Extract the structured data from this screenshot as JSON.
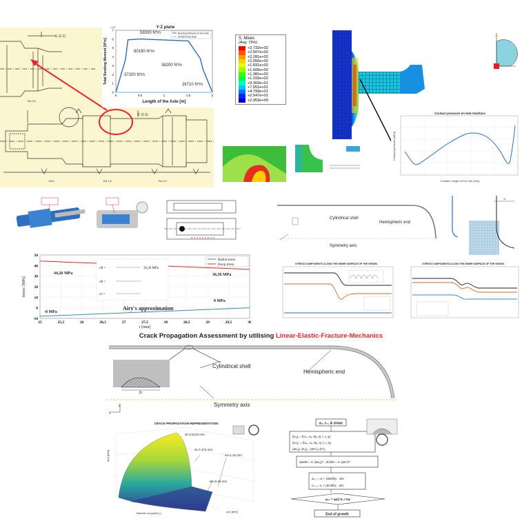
{
  "colors": {
    "drawing_bg": "#fbf6cf",
    "red": "#e8242a",
    "blue": "#2a6db3",
    "dark": "#222222",
    "legend_frame": "#888888"
  },
  "axle_drawing": {
    "labels": [
      "E (1:2)",
      "F (1:2)",
      "10x4",
      "Ra 1.6",
      "Ra 3.2",
      "Ra 0.8"
    ]
  },
  "bending_chart": {
    "title": "Y-Z plane",
    "xlabel": "Length of the Axle [m]",
    "ylabel": "Total Bending Moment [N*m]",
    "exponent": "x 10⁴",
    "legend": [
      "Bending Moment on the Axle",
      "Undeformed Axle"
    ],
    "annotations": [
      "59330 N*m",
      "60190 N*m",
      "37200 N*m",
      "38200 N*m",
      "26710 N*m"
    ],
    "xticks": [
      "0",
      "0.5",
      "1",
      "1.5",
      "2"
    ],
    "yticks": [
      "0",
      "1",
      "2",
      "3",
      "4",
      "5",
      "6",
      "7"
    ]
  },
  "mises_legend": {
    "title": "S, Mises",
    "subtitle": "(Avg: 75%)",
    "values": [
      "+2.732e+02",
      "+2.507e+02",
      "+2.281e+02",
      "+2.056e+02",
      "+1.831e+02",
      "+1.606e+02",
      "+1.381e+02",
      "+1.155e+02",
      "+9.303e+01",
      "+7.051e+01",
      "+4.799e+01",
      "+2.547e+01",
      "+2.953e+00"
    ],
    "swatches": [
      "#ff0000",
      "#ff5a00",
      "#ff9a00",
      "#ffd200",
      "#e8ff00",
      "#9aff00",
      "#3cff00",
      "#00ff3c",
      "#00ffc8",
      "#00c8ff",
      "#0078ff",
      "#0028ff",
      "#0000c8"
    ]
  },
  "contact_chart": {
    "title": "Contact pressure on Hub Interface",
    "xlabel": "Contact Length of the Hub [mm]",
    "ylabel": "Contact pressure [MPa]"
  },
  "shell_small": {
    "labels": [
      "Cylindrical shell",
      "Hemispheric end",
      "Symmetry axis"
    ]
  },
  "stress_chart": {
    "legend": [
      "Radial stress",
      "Hoop stress"
    ],
    "ylabel": "Stress [MPa]",
    "xlabel": "r [mm]",
    "annotations": [
      "44,26 MPa",
      "36,36 MPa",
      "-8 MPa",
      "0 MPa"
    ],
    "caption": "Airy's approximation",
    "xticks": [
      "25",
      "25,5",
      "26",
      "26,5",
      "27",
      "27,5",
      "28",
      "28,5",
      "29",
      "29,5",
      "30"
    ],
    "yticks": [
      "50",
      "40",
      "30",
      "20",
      "10",
      "0",
      "-10"
    ],
    "formula_lines": [
      "36,36 MPa",
      "σθ =",
      "σr ="
    ]
  },
  "inner_charts": {
    "left_title": "STRESS COMPONENTS ALONG THE INNER SURFACE OF THE VESSEL",
    "right_title": "STRESS COMPONENTS ALONG THE INNER SURFACE OF THE VESSEL"
  },
  "crack": {
    "title_prefix": "Crack Propagation Assessment by utilising ",
    "title_highlight": "Linear-Elastic-Fracture-Mechanics",
    "labels": [
      "Cylindrical shell",
      "Hemispheric end",
      "Symmetry axis"
    ],
    "crack_label": "2c",
    "axes": [
      "Z",
      "Y"
    ]
  },
  "surface_plot": {
    "title": "CRACK-PROPAGATION-REPRESENTATION",
    "annotations": [
      "af=3.5124 mm",
      "cf=7.472 mm",
      "c0=1.45 mm",
      "a0=0.29 mm"
    ],
    "xlabel": "Number of cycles [-]",
    "ylabel": "c(c) [mm]",
    "zlabel": "a(c) [mm]"
  },
  "flowchart": {
    "start": "a₀, c₀, & σmax",
    "box2": [
      "(Kᵢₐ)₁ = f(σₘ, σₑ, Mₑ, Q, t, c, φ)",
      "(Kᵢc)₁ = f(σₘ, σₑ, Mₑ, Q, t, c, φ)",
      "(ΔKₐ)₁=(Kₐ)₁ ; (ΔKᶜ)₁=(Kᶜ)₁"
    ],
    "box3": "da/dN = C·(ΔKₐ)ᵐ ;  dc/dN = C·(ΔKᶜ)ᵐ",
    "box4": [
      "aᵢ₊₁ = aᵢ + (da/dN)ᵢ · ΔN",
      "cᵢ₊₁ = cᵢ + (dc/dN)ᵢ · ΔN"
    ],
    "decision": "aᵢ₊₁ = aᵢ(σ) Kᵢ > Kᵢc",
    "end": "End of growth"
  }
}
